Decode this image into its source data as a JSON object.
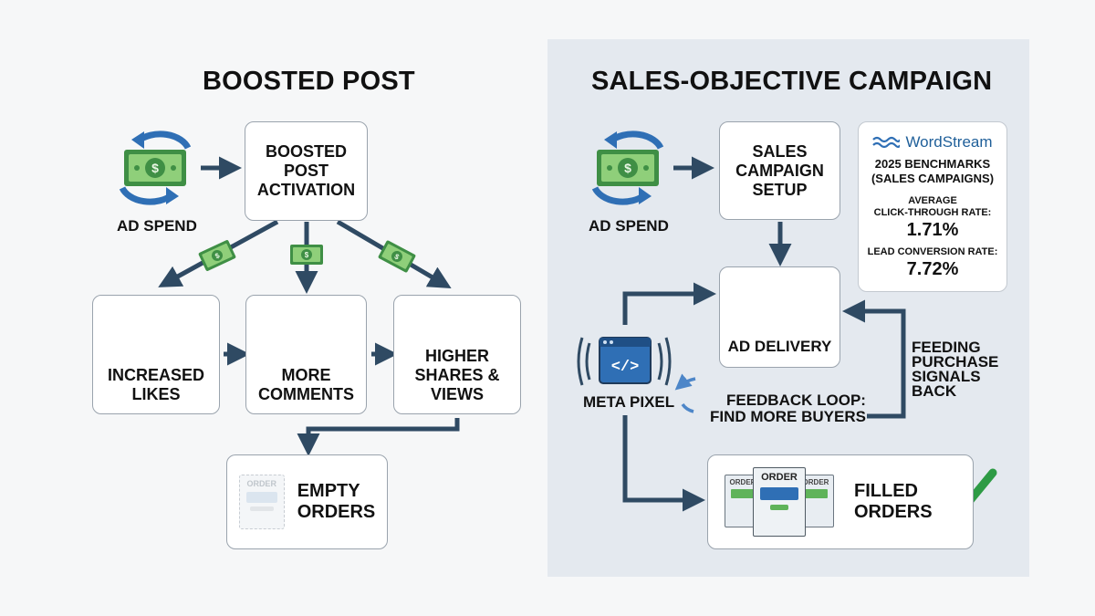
{
  "left": {
    "title": "BOOSTED POST",
    "ad_spend": "AD SPEND",
    "activation": [
      "BOOSTED",
      "POST",
      "ACTIVATION"
    ],
    "likes": [
      "INCREASED",
      "LIKES"
    ],
    "comments": [
      "MORE",
      "COMMENTS"
    ],
    "shares": [
      "HIGHER",
      "SHARES & VIEWS"
    ],
    "orders": [
      "EMPTY",
      "ORDERS"
    ],
    "order_tag": "ORDER"
  },
  "right": {
    "title": "SALES-OBJECTIVE CAMPAIGN",
    "ad_spend": "AD SPEND",
    "setup": [
      "SALES",
      "CAMPAIGN",
      "SETUP"
    ],
    "delivery": "AD DELIVERY",
    "pixel": "META PIXEL",
    "feedback": [
      "FEEDBACK LOOP:",
      "FIND MORE BUYERS"
    ],
    "feeding": [
      "FEEDING",
      "PURCHASE",
      "SIGNALS",
      "BACK"
    ],
    "orders": [
      "FILLED",
      "ORDERS"
    ],
    "order_tag": "ORDER",
    "benchmark": {
      "brand": "WordStream",
      "title": [
        "2025 BENCHMARKS",
        "(SALES CAMPAIGNS)"
      ],
      "ctr_label": [
        "AVERAGE",
        "CLICK-THROUGH RATE:"
      ],
      "ctr_value": "1.71%",
      "lcr_label": "LEAD CONVERSION RATE:",
      "lcr_value": "7.72%"
    }
  },
  "colors": {
    "arrow": "#2f4a63",
    "money": "#3f8f45",
    "money_light": "#8fcf7a",
    "blue_icon": "#2f6fb5",
    "check": "#2e9b45",
    "right_bg": "#e4e9ef"
  }
}
